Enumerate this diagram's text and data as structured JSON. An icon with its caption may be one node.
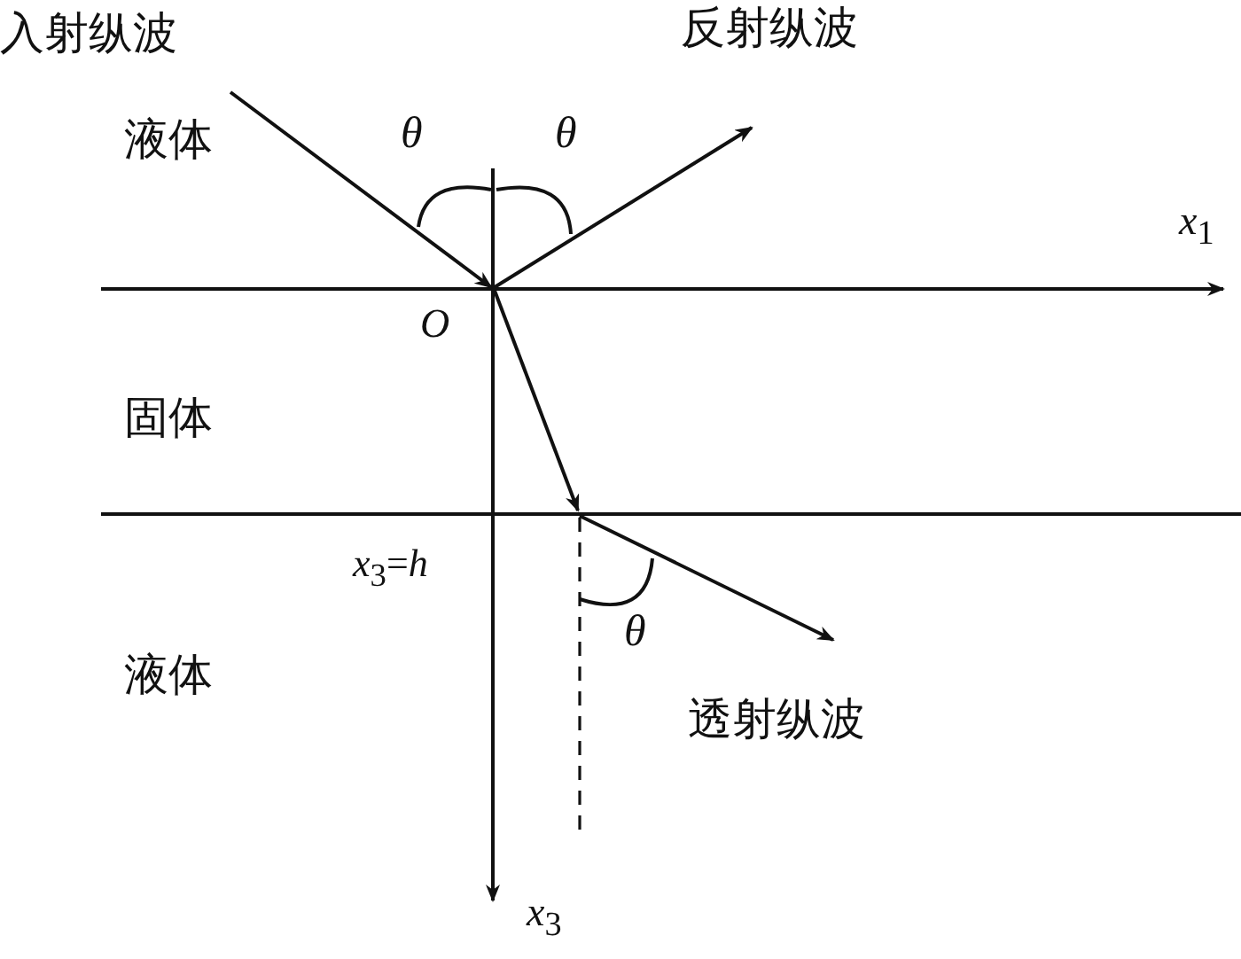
{
  "diagram": {
    "labels": [
      "入射纵波",
      "反射纵波",
      "液体",
      "θ",
      "θ",
      "*x*$_{1}$",
      "*O*",
      "固体",
      "*x*$_{3}$=*h*",
      "θ",
      "液体",
      "透射纵波",
      "*x*$_{3}$"
    ]
  }
}
